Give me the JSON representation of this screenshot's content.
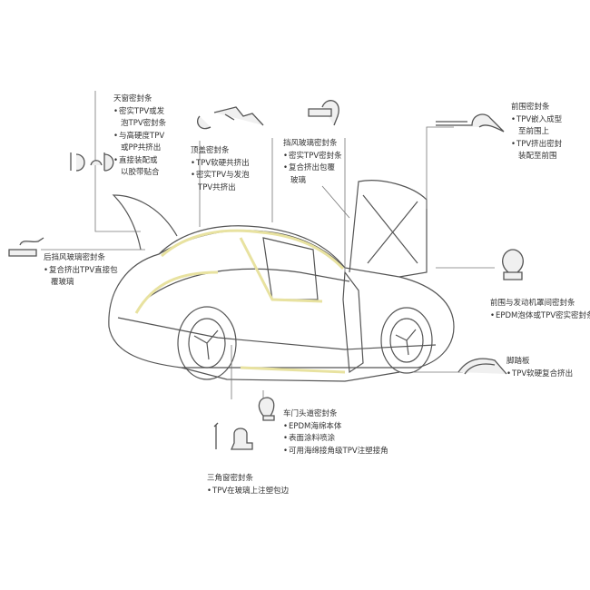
{
  "labels": {
    "sunroof": {
      "title": "天窗密封条",
      "lines": [
        "密实TPV或发",
        "泡TPV密封条",
        "与高硬度TPV",
        "或PP共挤出",
        "直接装配或",
        "以胶带贴合"
      ]
    },
    "roof": {
      "title": "顶盖密封条",
      "lines": [
        "TPV软硬共挤出",
        "密实TPV与发泡",
        "TPV共挤出"
      ]
    },
    "windshield": {
      "title": "挡风玻璃密封条",
      "lines": [
        "密实TPV密封条",
        "复合挤出包覆",
        "玻璃"
      ]
    },
    "front_cowl": {
      "title": "前围密封条",
      "lines": [
        "TPV嵌入成型",
        "至前围上",
        "TPV挤出密封",
        "装配至前围"
      ]
    },
    "rear_windshield": {
      "title": "后挡风玻璃密封条",
      "lines": [
        "复合挤出TPV直接包",
        "覆玻璃"
      ]
    },
    "hood": {
      "title": "前围与发动机罩间密封条",
      "lines": [
        "EPDM泡体或TPV密实密封条"
      ]
    },
    "footrest": {
      "title": "脚踏板",
      "lines": [
        "TPV软硬复合挤出"
      ]
    },
    "door": {
      "title": "车门头道密封条",
      "lines": [
        "EPDM海绵本体",
        "表面涂料喷涂",
        "可用海绵接角级TPV注塑接角"
      ]
    },
    "triangle_window": {
      "title": "三角窗密封条",
      "lines": [
        "TPV在玻璃上注塑包边"
      ]
    }
  },
  "colors": {
    "line": "#555555",
    "highlight": "#e8e2a0"
  }
}
